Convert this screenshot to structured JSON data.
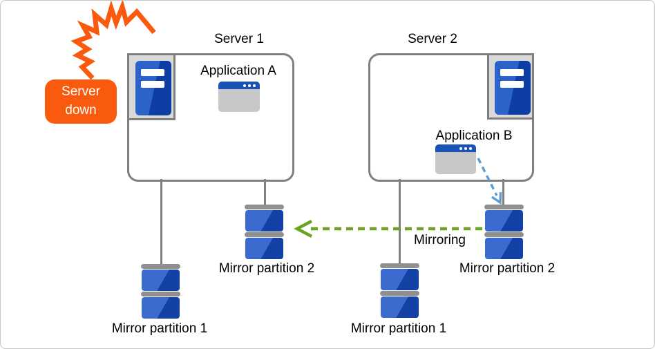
{
  "colors": {
    "orange": "#fa5a0d",
    "disk_blue_light": "#3b6bce",
    "disk_blue_dark": "#1341a6",
    "tower_blue_light": "#2c63c9",
    "tower_blue_dark": "#0e3da3",
    "titlebar_blue": "#1a53b5",
    "window_gray": "#c7c7c7",
    "line_gray": "#7f7f7f",
    "cap_gray": "#8f8f8f",
    "panel_gray": "#d9d9d9",
    "mirror_green": "#6ba321",
    "arrow_blue": "#5b9bd5",
    "text": "#000000"
  },
  "badge": {
    "label": "Server down"
  },
  "servers": [
    {
      "title": "Server 1",
      "app_label": "Application A"
    },
    {
      "title": "Server 2",
      "app_label": "Application B"
    }
  ],
  "partitions": {
    "server1_mirror2": "Mirror partition 2",
    "server1_mirror1": "Mirror partition 1",
    "server2_mirror1": "Mirror partition 1",
    "server2_mirror2": "Mirror partition 2"
  },
  "arrows": {
    "mirroring_label": "Mirroring"
  }
}
